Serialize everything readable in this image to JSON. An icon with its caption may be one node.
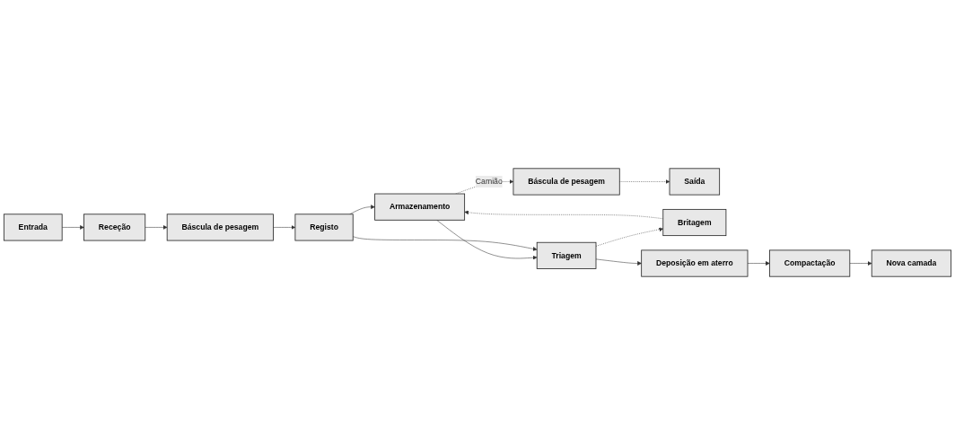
{
  "diagram": {
    "nodes": [
      {
        "text": [
          "Entrada"
        ]
      },
      {
        "text": [
          "Receção"
        ]
      },
      {
        "text": [
          "Báscula de pesagem"
        ]
      },
      {
        "text": [
          "Registo"
        ]
      },
      {
        "text": [
          "Saída"
        ]
      },
      {
        "text": [
          "Báscula de pesagem"
        ]
      },
      {
        "text": [
          "Armazenamento"
        ]
      },
      {
        "text": [
          "Triagem"
        ]
      },
      {
        "text": [
          "Britagem"
        ]
      },
      {
        "text": [
          "Deposição em aterro"
        ]
      },
      {
        "text": [
          "Compactação"
        ]
      },
      {
        "text": [
          "Nova camada"
        ]
      }
    ],
    "edges": [
      {
        "from": 0,
        "to": 1,
        "arrow": "to"
      },
      {
        "from": 1,
        "to": 2,
        "arrow": "to"
      },
      {
        "from": 2,
        "to": 3,
        "arrow": "to"
      },
      {
        "from": 3,
        "to": 6,
        "arrow": "to"
      },
      {
        "from": 6,
        "to": 5,
        "arrow": "to",
        "label": "Camião",
        "style": "dashed"
      },
      {
        "from": 5,
        "to": 4,
        "arrow": "to",
        "style": "dashed"
      },
      {
        "from": 6,
        "to": 7,
        "arrow": "to"
      },
      {
        "from": 3,
        "to": 7,
        "arrow": "to"
      },
      {
        "from": 7,
        "to": 8,
        "arrow": "to",
        "style": "dashed"
      },
      {
        "from": 8,
        "to": 6,
        "arrow": "to",
        "style": "dashed"
      },
      {
        "from": 7,
        "to": 9,
        "arrow": "to"
      },
      {
        "from": 9,
        "to": 10,
        "arrow": "to"
      },
      {
        "from": 10,
        "to": 11,
        "arrow": "to"
      }
    ]
  }
}
